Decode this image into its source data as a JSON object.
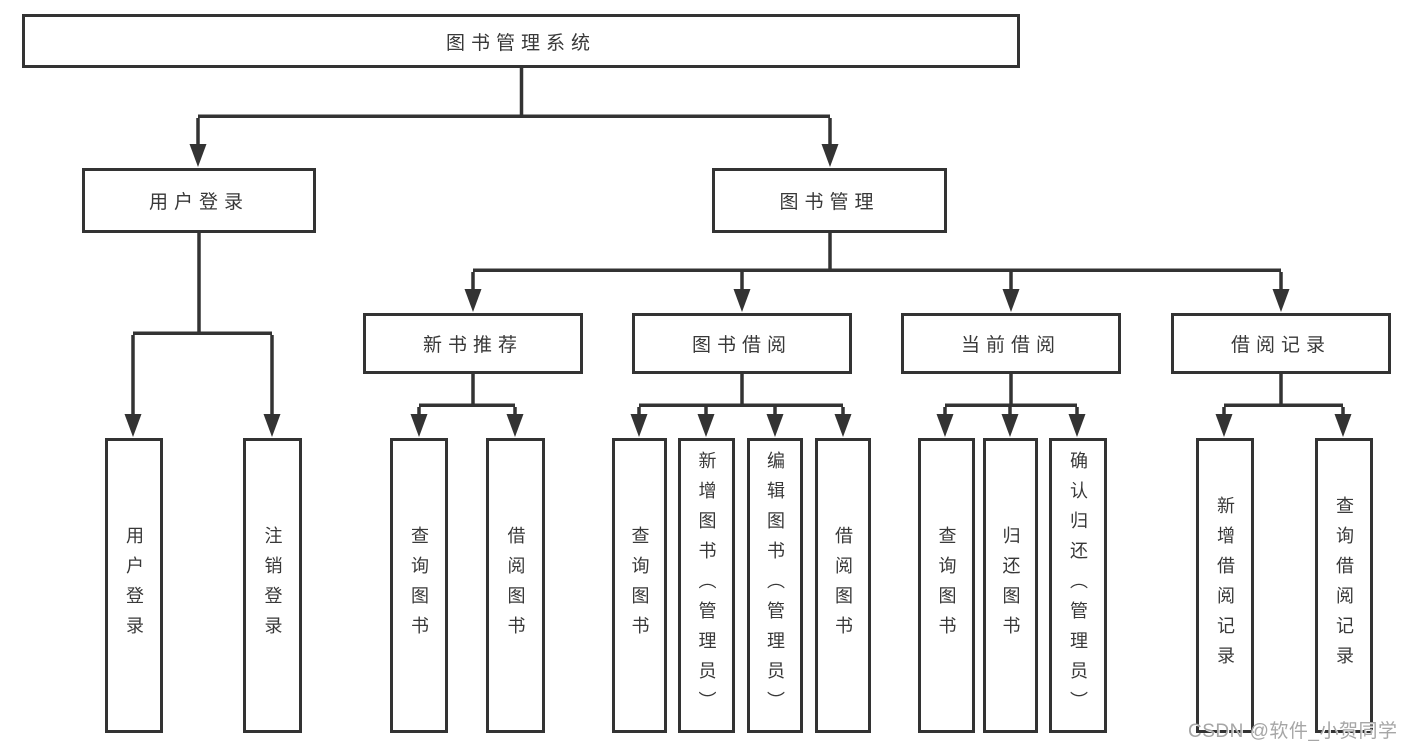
{
  "tree": {
    "root": {
      "label": "图书管理系统"
    },
    "branches": [
      {
        "label": "用户登录",
        "children": [
          {
            "label": "用户登录"
          },
          {
            "label": "注销登录"
          }
        ]
      },
      {
        "label": "图书管理",
        "children": [
          {
            "label": "新书推荐",
            "children": [
              {
                "label": "查询图书"
              },
              {
                "label": "借阅图书"
              }
            ]
          },
          {
            "label": "图书借阅",
            "children": [
              {
                "label": "查询图书"
              },
              {
                "label": "新增图书（管理员）"
              },
              {
                "label": "编辑图书（管理员）"
              },
              {
                "label": "借阅图书"
              }
            ]
          },
          {
            "label": "当前借阅",
            "children": [
              {
                "label": "查询图书"
              },
              {
                "label": "归还图书"
              },
              {
                "label": "确认归还（管理员）"
              }
            ]
          },
          {
            "label": "借阅记录",
            "children": [
              {
                "label": "新增借阅记录"
              },
              {
                "label": "查询借阅记录"
              }
            ]
          }
        ]
      }
    ]
  },
  "watermark": {
    "text": "CSDN @软件_小贺同学"
  },
  "colors": {
    "line": "#333333",
    "box_border": "#333333",
    "text": "#383838",
    "watermark": "#a6a6a6",
    "background": "#ffffff"
  }
}
